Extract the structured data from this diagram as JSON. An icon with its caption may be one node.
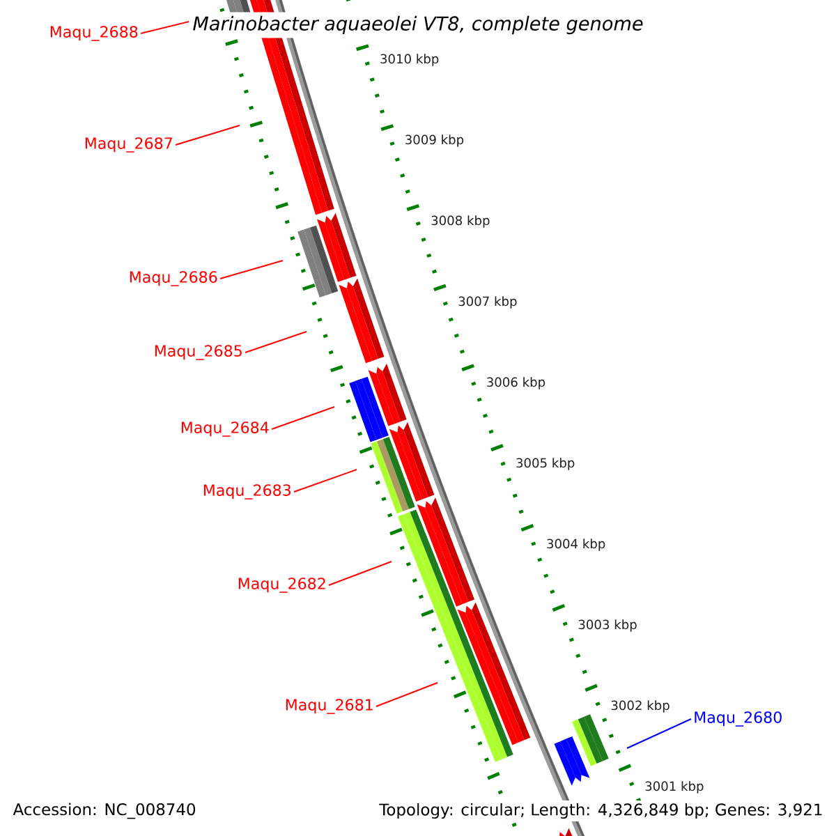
{
  "diagram": {
    "title": "Marinobacter aquaeolei VT8, complete genome",
    "nodes": [
      {
        "text": [
          "Maqu_2688"
        ]
      },
      {
        "text": [
          "Maqu_2687"
        ]
      },
      {
        "text": [
          "Maqu_2686"
        ]
      },
      {
        "text": [
          "Maqu_2685"
        ]
      },
      {
        "text": [
          "Maqu_2684"
        ]
      },
      {
        "text": [
          "Maqu_2683"
        ]
      },
      {
        "text": [
          "Maqu_2682"
        ]
      },
      {
        "text": [
          "Maqu_2681"
        ]
      },
      {
        "text": [
          "Maqu_2680"
        ]
      }
    ],
    "edges": [
      {
        "from": 0,
        "to": null,
        "arrow": "none"
      },
      {
        "from": 1,
        "to": null,
        "arrow": "none"
      },
      {
        "from": 2,
        "to": null,
        "arrow": "none"
      },
      {
        "from": 3,
        "to": null,
        "arrow": "none"
      },
      {
        "from": 4,
        "to": null,
        "arrow": "none"
      },
      {
        "from": 5,
        "to": null,
        "arrow": "none"
      },
      {
        "from": 6,
        "to": null,
        "arrow": "none"
      },
      {
        "from": 7,
        "to": null,
        "arrow": "none"
      },
      {
        "from": 8,
        "to": null,
        "arrow": "none",
        "color": "#0000ff"
      }
    ],
    "labels": [
      "3010 kbp",
      "3009 kbp",
      "3008 kbp",
      "3007 kbp",
      "3006 kbp",
      "3005 kbp",
      "3004 kbp",
      "3003 kbp",
      "3002 kbp",
      "3001 kbp",
      "Accession: NC_008740",
      "Topology: circular; Length: 4,326,849 bp; Genes: 3,921"
    ]
  }
}
